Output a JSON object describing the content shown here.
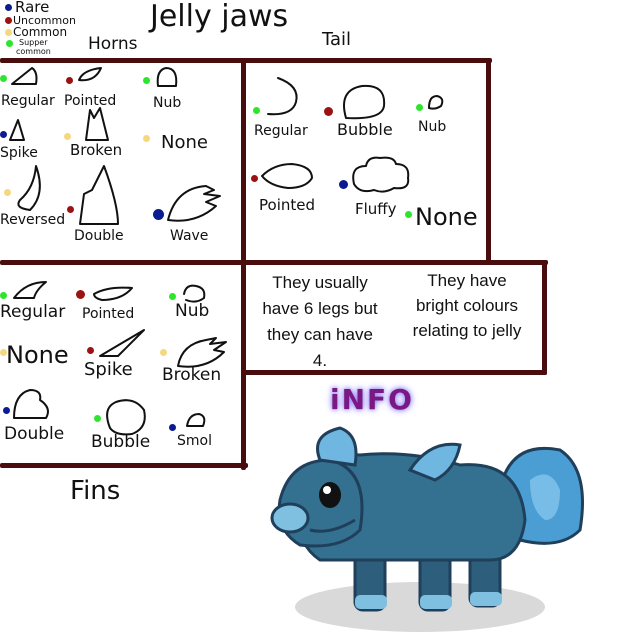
{
  "title": "Jelly jaws",
  "legend": [
    {
      "label": "Rare",
      "color": "#0c1b8f"
    },
    {
      "label": "Uncommon",
      "color": "#9b1212"
    },
    {
      "label": "Common",
      "color": "#f6d77c"
    },
    {
      "label": "Supper",
      "label2": "common",
      "color": "#2ee52e"
    }
  ],
  "sections": {
    "horns": "Horns",
    "tail": "Tail",
    "fins": "Fins",
    "info": "iNFO"
  },
  "horns": [
    "Regular",
    "Pointed",
    "Nub",
    "Spike",
    "Broken",
    "None",
    "Reversed",
    "Double",
    "Wave"
  ],
  "tail": [
    "Regular",
    "Bubble",
    "Nub",
    "Pointed",
    "Fluffy",
    "None"
  ],
  "fins": [
    "Regular",
    "Pointed",
    "Nub",
    "None",
    "Spike",
    "Broken",
    "Double",
    "Bubble",
    "Smol"
  ],
  "info_text": {
    "legs": [
      "They usually",
      "have 6 legs but",
      "they can have",
      "4."
    ],
    "colours": [
      "They have",
      "bright colours",
      "relating to jelly"
    ]
  }
}
